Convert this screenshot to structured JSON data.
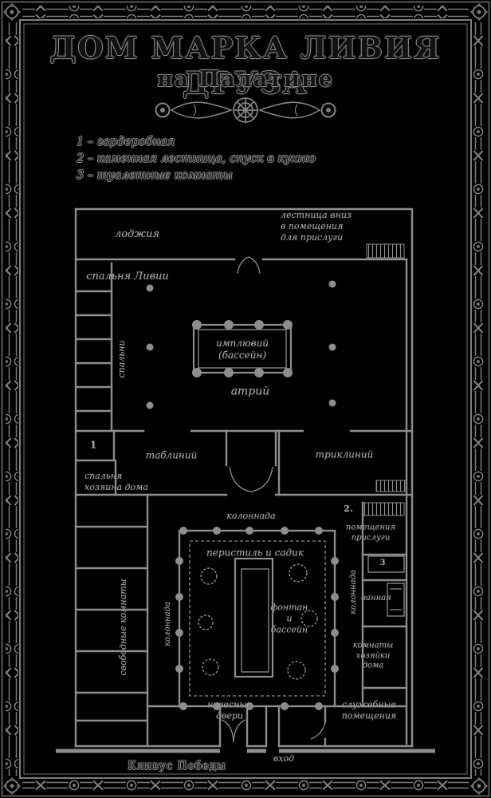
{
  "colors": {
    "background": "#000000",
    "ink": "#8d8d8d"
  },
  "header": {
    "title": "ДОМ МАРКА ЛИВИЯ ДРУЗА",
    "subtitle": "на Палатине"
  },
  "legend": {
    "items": [
      "1 – гардеробная",
      "2 – каменная лестница, спуск в кухню",
      "3 – туалетные комнаты"
    ]
  },
  "plan": {
    "labels": {
      "loggia": "лоджия",
      "stairs_down_note": "лестница вниз\nв помещения\nдля прислуги",
      "livia_bedroom": "спальня Ливии",
      "small_bedrooms": "спальни",
      "impluvium": "имплювий\n(бассейн)",
      "atrium": "атрий",
      "number_1": "1",
      "tablinum": "таблиний",
      "triclinium": "триклиний",
      "master_bedroom": "спальня\nхозяина дома",
      "colonnade_top": "колоннада",
      "colonnade_left": "колоннада",
      "colonnade_right": "колоннада",
      "peristyle_garden": "перистиль и садик",
      "fountain_pool": "фонтан\nи\nбассейн",
      "spare_rooms": "свободные комнаты",
      "number_2": "2.",
      "servants_quarters": "помещения\nприслуги",
      "number_3": "3",
      "bathroom": "ванная",
      "mistress_rooms": "комнаты\nхозяйки\nдома",
      "hinged_doors": "навесные\nдвери",
      "service_rooms": "служебные\nпомещения",
      "entrance": "вход"
    }
  },
  "street": {
    "name": "Кливус Победы"
  }
}
